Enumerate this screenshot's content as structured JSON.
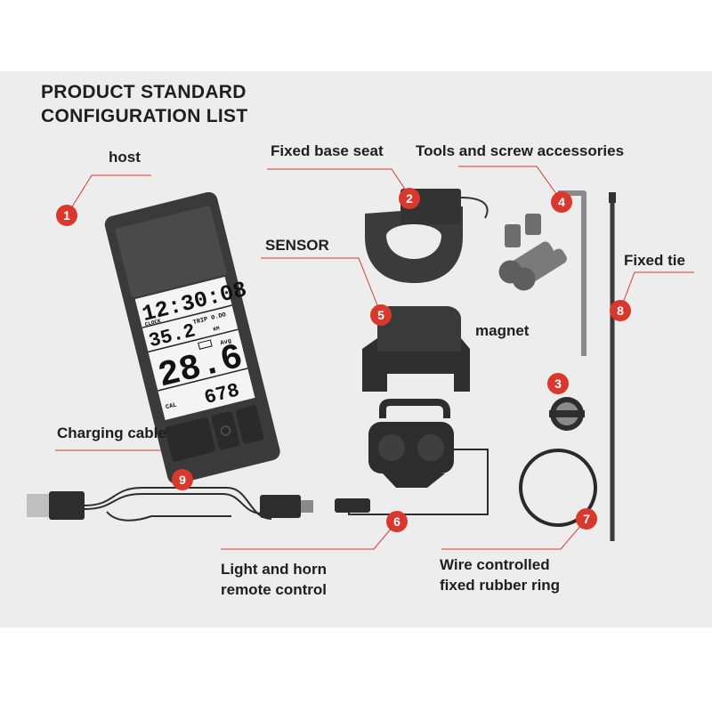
{
  "title": {
    "line1": "PRODUCT STANDARD",
    "line2": "CONFIGURATION LIST"
  },
  "items": [
    {
      "number": "1",
      "label": "host"
    },
    {
      "number": "2",
      "label": "Fixed base seat"
    },
    {
      "number": "3",
      "label": "magnet"
    },
    {
      "number": "4",
      "label": "Tools and screw accessories"
    },
    {
      "number": "5",
      "label": "SENSOR"
    },
    {
      "number": "6",
      "label_line1": "Light and horn",
      "label_line2": "remote control"
    },
    {
      "number": "7",
      "label_line1": "Wire controlled",
      "label_line2": "fixed rubber ring"
    },
    {
      "number": "8",
      "label": "Fixed tie"
    },
    {
      "number": "9",
      "label": "Charging cable"
    }
  ],
  "display": {
    "time": "12:30:08",
    "clock_label": "CLOCK",
    "trip_label": "TRIP O.DO",
    "trip_value": "35.2",
    "trip_unit": "KM",
    "avg_label": "Avg",
    "speed_value": "28.6",
    "cal_label": "CAL",
    "cal_value": "678"
  },
  "colors": {
    "badge": "#d9382d",
    "leader_line": "#d9382d",
    "panel": "#ededed"
  }
}
